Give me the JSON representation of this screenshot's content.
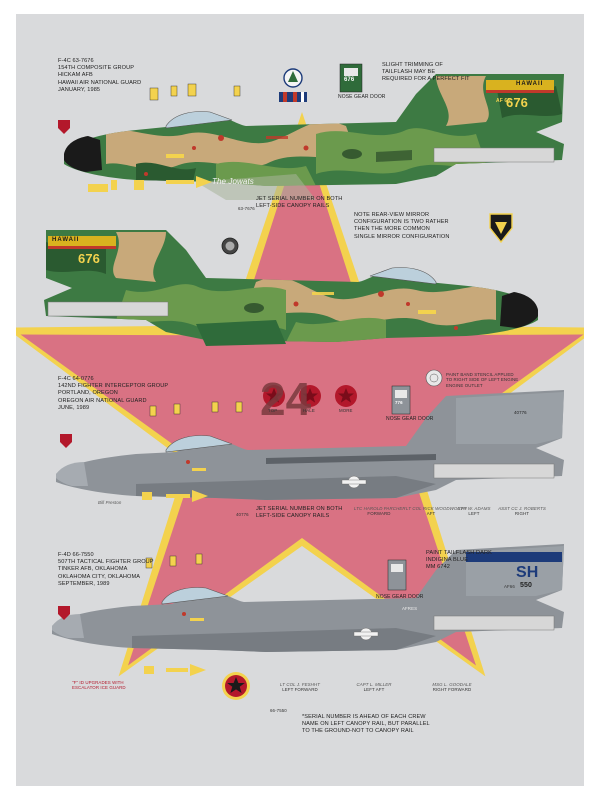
{
  "colors": {
    "background": "#d9dadc",
    "star_red": "#d97283",
    "star_yellow": "#f3d24e",
    "camo_green": "#2f6b3a",
    "camo_light_green": "#6b9a4d",
    "camo_tan": "#c8a97a",
    "gray_body": "#8e9399",
    "gray_dark": "#6a6f75",
    "nose_black": "#1a1a1a"
  },
  "section1": {
    "info": [
      "F-4C 63-7676",
      "154TH COMPOSITE GROUP",
      "HICKAM AFB",
      "HAWAII AIR NATIONAL GUARD",
      "JANUARY, 1985"
    ],
    "note": [
      "SLIGHT TRIMMING OF",
      "TAILFLASH MAY BE",
      "REQUIRED FOR A PERFECT FIT"
    ],
    "nose_gear_door_label": "NOSE GEAR DOOR",
    "nose_gear_door_number": "676",
    "jet_serial_note": [
      "JET SERIAL NUMBER ON BOTH",
      "LEFT-SIDE CANOPY RAILS"
    ],
    "serial_small": "63-7676",
    "tail_code": "AF 63",
    "tail_number": "676",
    "tail_flash": "HAWAII",
    "crew_script": "The Jowats"
  },
  "section2": {
    "note": [
      "NOTE REAR-VIEW MIRROR",
      "CONFIGURATION IS TWO RATHER",
      "THEN THE MORE COMMON",
      "SINGLE MIRROR CONFIGURATION"
    ],
    "tail_number": "676",
    "tail_flash": "HAWAII"
  },
  "section3": {
    "info": [
      "F-4C 64-0776",
      "142ND FIGHTER INTERCEPTOR GROUP",
      "PORTLAND, OREGON",
      "OREGON AIR NATIONAL GUARD",
      "JUNE, 1989"
    ],
    "victory_labels": [
      "TOP",
      "HALE",
      "MORE"
    ],
    "big_number": "24",
    "nose_gear_door_label": "NOSE GEAR DOOR",
    "nose_gear_door_number": "776",
    "jet_serial_note": [
      "JET SERIAL NUMBER ON BOTH",
      "LEFT-SIDE CANOPY RAILS"
    ],
    "serial_small": "40776",
    "tail_number": "40776",
    "intake_note": [
      "PAINT BAND STENCIL APPLIED",
      "TO RIGHT SIDE OF LEFT ENGINE",
      "ENGINE OUTLET"
    ],
    "crew": [
      {
        "name": "LTC HAROLD PARCHER",
        "pos": "FORWARD"
      },
      {
        "name": "LT COL RICK WOODWORTH",
        "pos": "AFT"
      },
      {
        "name": "CPT W. ADAMS",
        "pos": "LEFT"
      },
      {
        "name": "ASST CC J. ROBERTS",
        "pos": "RIGHT"
      }
    ],
    "crew_script": "Bill Preston"
  },
  "section4": {
    "info": [
      "F-4D 66-7550",
      "507TH TACTICAL FIGHTER GROUP",
      "TINKER AFB, OKLAHOMA",
      "OKLAHOMA CITY, OKLAHOMA",
      "SEPTEMBER, 1989"
    ],
    "tailflash_note": [
      "PAINT TAILFLASH DARK",
      "INDIGINA BLUE",
      "MM 6742"
    ],
    "nose_gear_door_label": "NOSE GEAR DOOR",
    "tail_code": "SH",
    "tail_number": "550",
    "tail_small": "AF66",
    "fuselage_text": "AFRES",
    "low_note": [
      "\"F\" ID UPGRADES WITH",
      "ESCALATOR ICE GUARD"
    ],
    "crew": [
      {
        "name": "LT COL J. FESHHT",
        "pos": "LEFT FORWARD"
      },
      {
        "name": "CAPT L. MILLER",
        "pos": "LEFT AFT"
      },
      {
        "name": "MSG L. GOODALE",
        "pos": "RIGHT FORWARD"
      }
    ],
    "serial_small": "66-7550",
    "serial_note": [
      "*SERIAL NUMBER IS AHEAD OF EACH CREW",
      "NAME ON LEFT CANOPY RAIL, BUT PARALLEL",
      "TO THE GROUND-NOT TO CANOPY RAIL"
    ]
  }
}
